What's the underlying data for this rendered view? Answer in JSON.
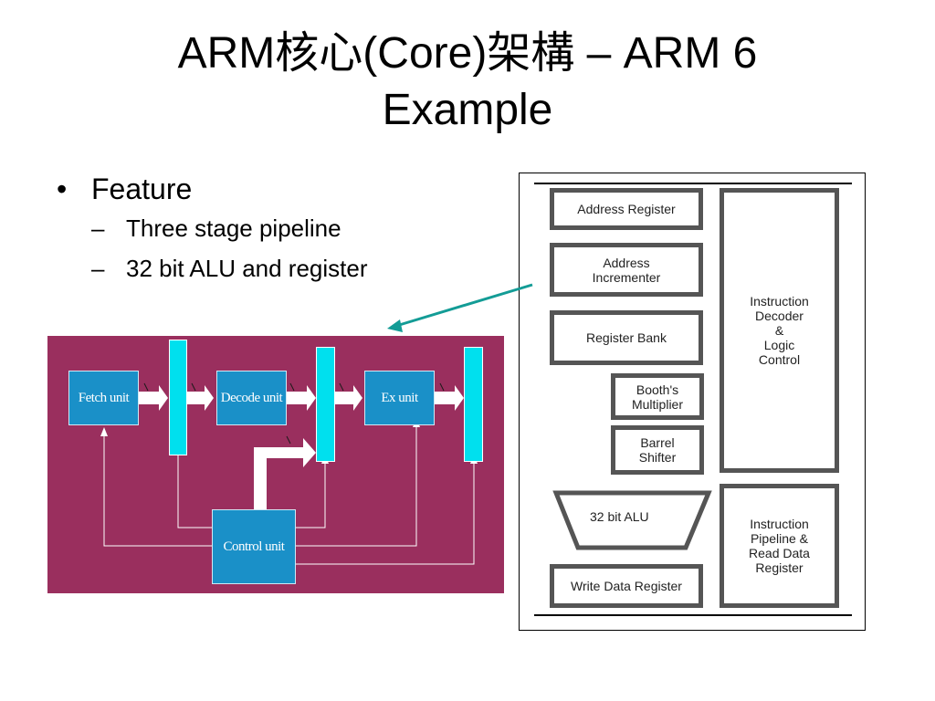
{
  "title": {
    "line1": "ARM核心(Core)架構 – ARM 6",
    "line2": "Example"
  },
  "bullets": {
    "heading": "Feature",
    "items": [
      "Three stage pipeline",
      "32 bit ALU and register"
    ]
  },
  "pipeline_diagram": {
    "fetch_unit": "Fetch unit",
    "decode_unit": "Decode unit",
    "ex_unit": "Ex unit",
    "control_unit": "Control unit",
    "colors": {
      "background": "#9a2f5e",
      "unit": "#1a90c8",
      "register": "#00e0ee"
    }
  },
  "arm6_diagram": {
    "address_register": "Address Register",
    "address_incrementer": "Address\nIncrementer",
    "register_bank": "Register Bank",
    "booths_multiplier": "Booth's\nMultiplier",
    "barrel_shifter": "Barrel\nShifter",
    "alu": "32 bit ALU",
    "write_data_register": "Write Data Register",
    "instruction_decoder": "Instruction\nDecoder\n&\nLogic\nControl",
    "instruction_pipeline": "Instruction\nPipeline &\nRead Data\nRegister"
  },
  "pointer_arrow_color": "#139c96"
}
